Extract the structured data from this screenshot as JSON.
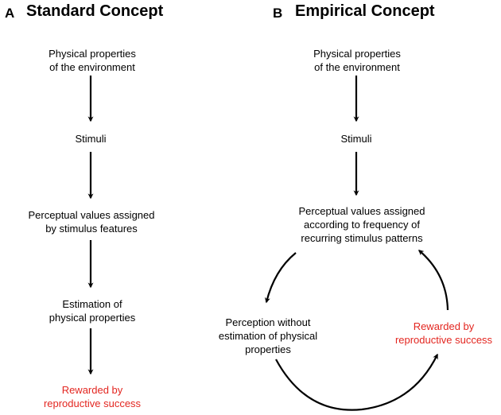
{
  "panel_a": {
    "letter": "A",
    "title": "Standard Concept",
    "nodes": [
      {
        "lines": [
          "Physical properties",
          "of the environment"
        ]
      },
      {
        "lines": [
          "Stimuli"
        ]
      },
      {
        "lines": [
          "Perceptual values assigned",
          "by stimulus features"
        ]
      },
      {
        "lines": [
          "Estimation of",
          "physical properties"
        ]
      },
      {
        "lines": [
          "Rewarded by",
          "reproductive success"
        ]
      }
    ]
  },
  "panel_b": {
    "letter": "B",
    "title": "Empirical Concept",
    "nodes": [
      {
        "lines": [
          "Physical properties",
          "of the environment"
        ]
      },
      {
        "lines": [
          "Stimuli"
        ]
      },
      {
        "lines": [
          "Perceptual values assigned",
          "according to frequency of",
          "recurring stimulus patterns"
        ]
      },
      {
        "lines": [
          "Perception without",
          "estimation of physical",
          "properties"
        ]
      },
      {
        "lines": [
          "Rewarded by",
          "reproductive success"
        ]
      }
    ]
  },
  "colors": {
    "text": "#000000",
    "highlight": "#e32620",
    "arrow": "#000000"
  }
}
